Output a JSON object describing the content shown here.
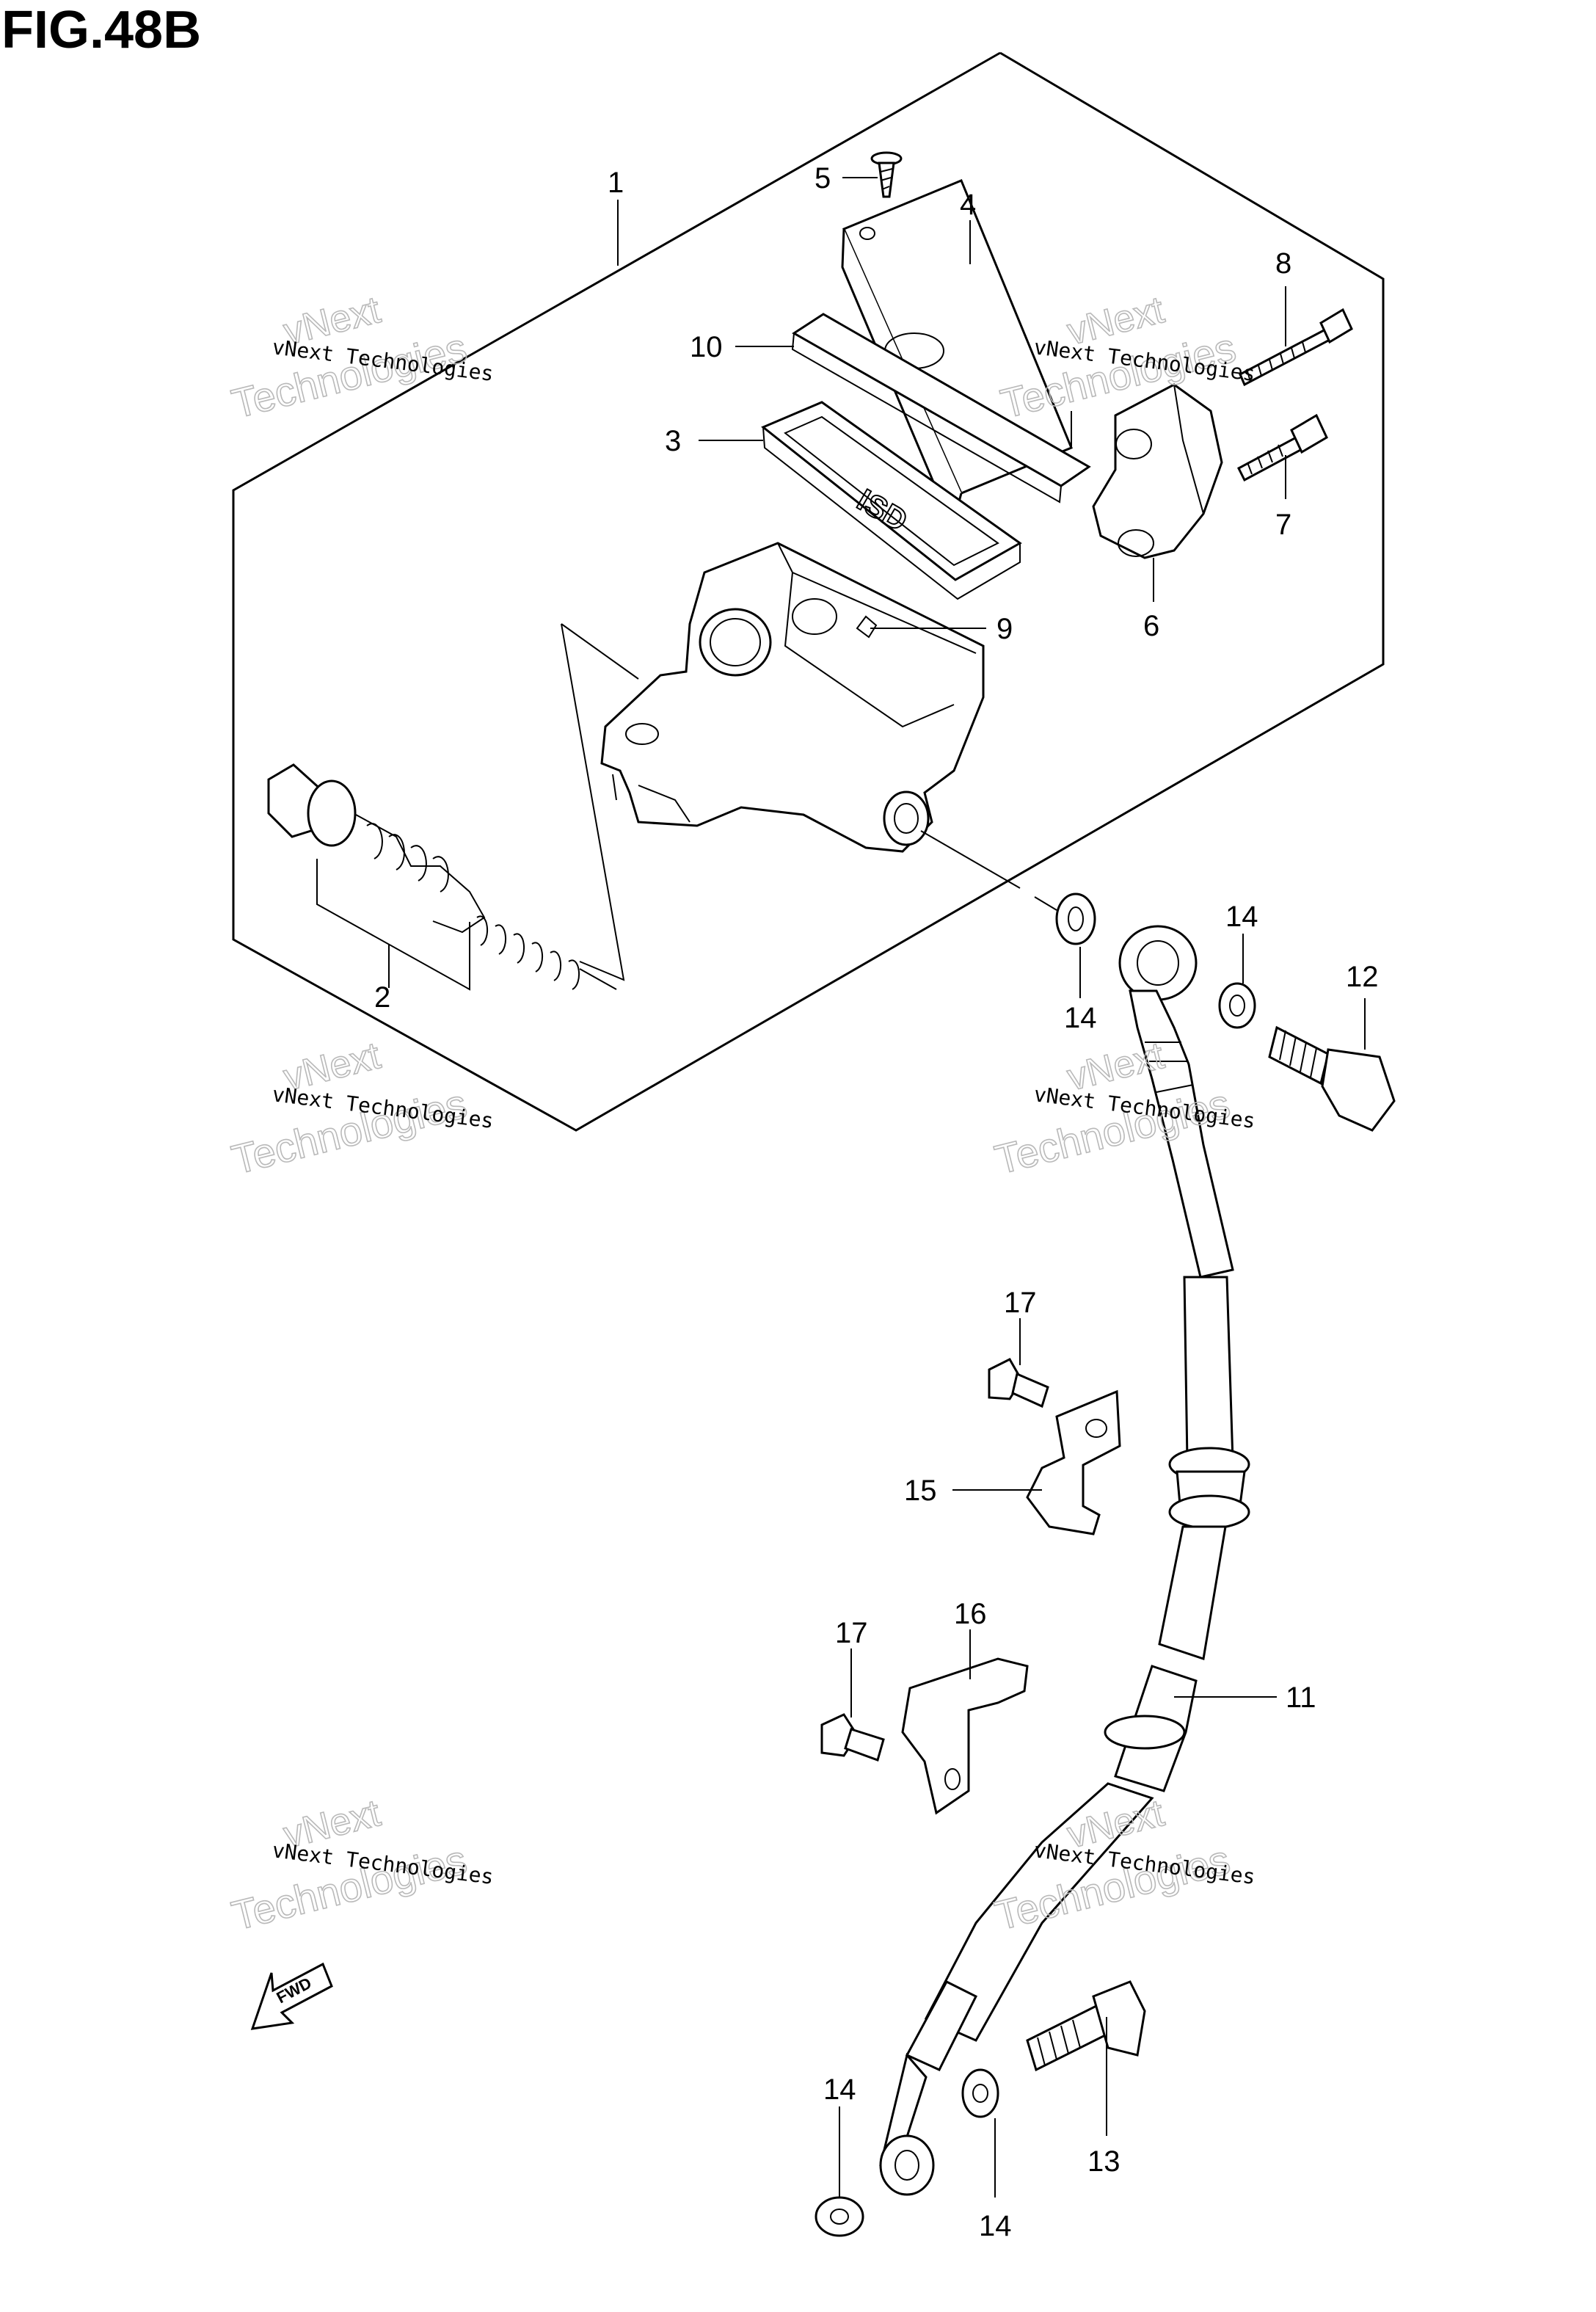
{
  "figure": {
    "title": "FIG.48B"
  },
  "callouts": [
    {
      "id": "1",
      "label": "1"
    },
    {
      "id": "2",
      "label": "2"
    },
    {
      "id": "3",
      "label": "3"
    },
    {
      "id": "4",
      "label": "4"
    },
    {
      "id": "5",
      "label": "5"
    },
    {
      "id": "6",
      "label": "6"
    },
    {
      "id": "7",
      "label": "7"
    },
    {
      "id": "8",
      "label": "8"
    },
    {
      "id": "9",
      "label": "9"
    },
    {
      "id": "10",
      "label": "10"
    },
    {
      "id": "11",
      "label": "11"
    },
    {
      "id": "12",
      "label": "12"
    },
    {
      "id": "13",
      "label": "13"
    },
    {
      "id": "14a",
      "label": "14"
    },
    {
      "id": "14b",
      "label": "14"
    },
    {
      "id": "14c",
      "label": "14"
    },
    {
      "id": "14d",
      "label": "14"
    },
    {
      "id": "15",
      "label": "15"
    },
    {
      "id": "16",
      "label": "16"
    },
    {
      "id": "17a",
      "label": "17"
    },
    {
      "id": "17b",
      "label": "17"
    }
  ],
  "watermark": {
    "line1": "vNext Technologies",
    "line2": "vNext",
    "line3": "Technologies"
  },
  "fwd_label": "FWD",
  "colors": {
    "ink": "#000000",
    "background": "#ffffff",
    "watermark": "#b9b9b9"
  }
}
